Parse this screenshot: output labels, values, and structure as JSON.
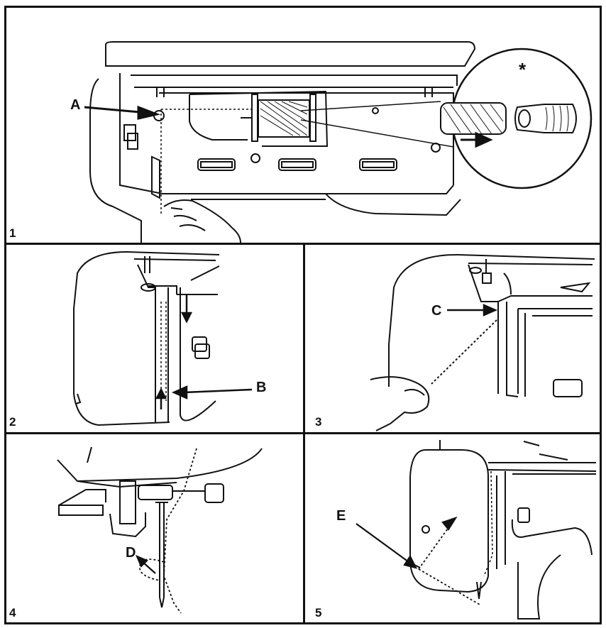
{
  "panels": [
    {
      "number": "1",
      "labels": [
        "A",
        "*"
      ]
    },
    {
      "number": "2",
      "labels": [
        "B"
      ]
    },
    {
      "number": "3",
      "labels": [
        "C"
      ]
    },
    {
      "number": "4",
      "labels": [
        "D"
      ]
    },
    {
      "number": "5",
      "labels": [
        "E"
      ]
    }
  ]
}
